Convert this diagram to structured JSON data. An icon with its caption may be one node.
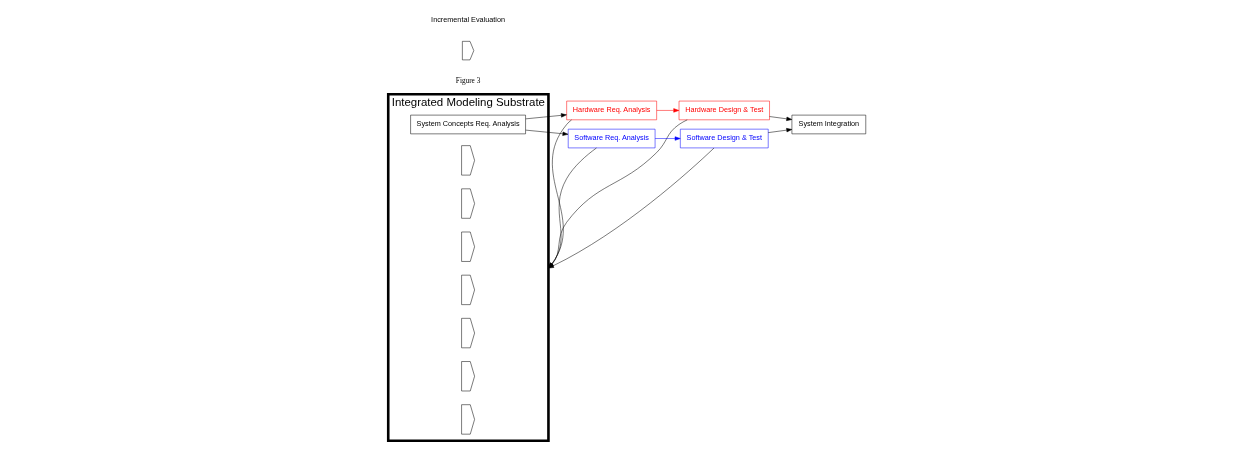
{
  "diagram": {
    "nodes": [
      {
        "text": [
          "Integrated Modeling Substrate"
        ]
      },
      {
        "text": [
          "System Concepts Req. Analysis"
        ],
        "in": 0
      },
      {
        "text": [],
        "shape": "chevron",
        "in": 0
      },
      {
        "text": [],
        "shape": "chevron",
        "in": 0
      },
      {
        "text": [],
        "shape": "chevron",
        "in": 0
      },
      {
        "text": [],
        "shape": "chevron",
        "in": 0
      },
      {
        "text": [],
        "shape": "chevron",
        "in": 0
      },
      {
        "text": [],
        "shape": "chevron",
        "in": 0
      },
      {
        "text": [],
        "shape": "chevron",
        "in": 0
      },
      {
        "text": [
          "Hardware Req. Analysis"
        ]
      },
      {
        "text": [
          "Hardware Design & Test"
        ]
      },
      {
        "text": [
          "Software Req. Analysis"
        ]
      },
      {
        "text": [
          "Software Design & Test"
        ]
      },
      {
        "text": [
          "System Integration"
        ]
      }
    ],
    "edges": [
      {
        "from": 1,
        "to": 9,
        "arrow": "to"
      },
      {
        "from": 1,
        "to": 11,
        "arrow": "to"
      },
      {
        "from": 9,
        "to": 10,
        "arrow": "to",
        "color": "#ff0000"
      },
      {
        "from": 11,
        "to": 12,
        "arrow": "to",
        "color": "#0000ff"
      },
      {
        "from": 10,
        "to": 13,
        "arrow": "to"
      },
      {
        "from": 12,
        "to": 13,
        "arrow": "to"
      },
      {
        "from": 9,
        "to": 0,
        "arrow": "to"
      },
      {
        "from": 10,
        "to": 0,
        "arrow": "to"
      },
      {
        "from": 11,
        "to": 0,
        "arrow": "to"
      },
      {
        "from": 12,
        "to": 0,
        "arrow": "to"
      }
    ],
    "labels": [
      "Figure 3"
    ],
    "legend": [
      {
        "text": "Incremental Evaluation"
      }
    ]
  }
}
